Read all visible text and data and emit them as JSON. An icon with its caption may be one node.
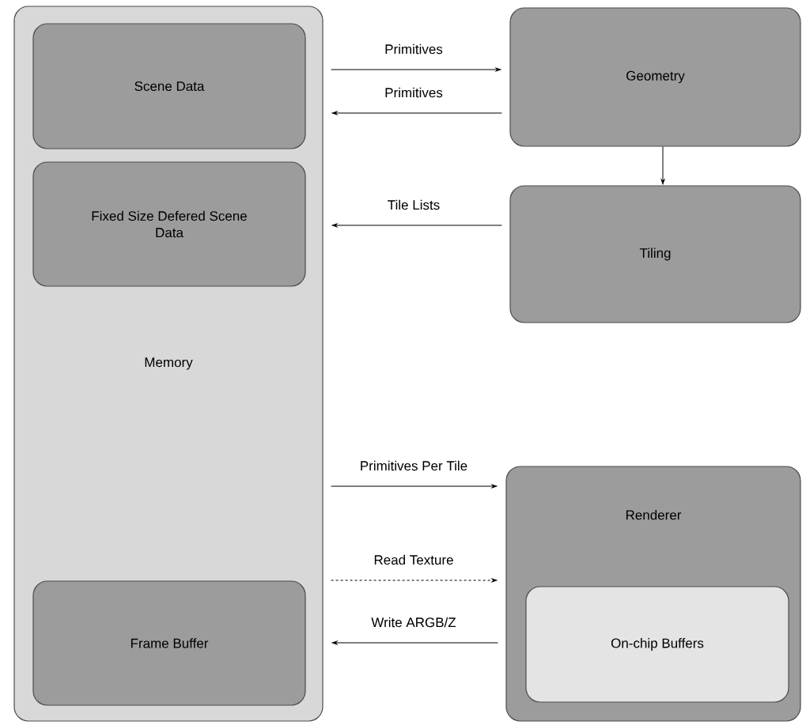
{
  "diagram": {
    "nodes": [
      {
        "text": [
          "Memory"
        ]
      },
      {
        "text": [
          "Scene Data"
        ],
        "in": 0
      },
      {
        "text": [
          "Fixed Size Defered Scene Data"
        ],
        "in": 0
      },
      {
        "text": [
          "Frame Buffer"
        ],
        "in": 0
      },
      {
        "text": [
          "Geometry"
        ]
      },
      {
        "text": [
          "Tiling"
        ]
      },
      {
        "text": [
          "Renderer"
        ]
      },
      {
        "text": [
          "On-chip Buffers"
        ],
        "in": 6
      }
    ],
    "edges": [
      {
        "from": 0,
        "to": 4,
        "arrow": "to",
        "label": "Primitives"
      },
      {
        "from": 4,
        "to": 0,
        "arrow": "to",
        "label": "Primitives"
      },
      {
        "from": 4,
        "to": 5,
        "arrow": "to"
      },
      {
        "from": 5,
        "to": 0,
        "arrow": "to",
        "label": "Tile Lists"
      },
      {
        "from": 0,
        "to": 6,
        "arrow": "to",
        "label": "Primitives Per Tile"
      },
      {
        "from": 0,
        "to": 6,
        "arrow": "to",
        "label": "Read Texture",
        "style": "dashed"
      },
      {
        "from": 6,
        "to": 0,
        "arrow": "to",
        "label": "Write ARGB/Z"
      }
    ]
  }
}
